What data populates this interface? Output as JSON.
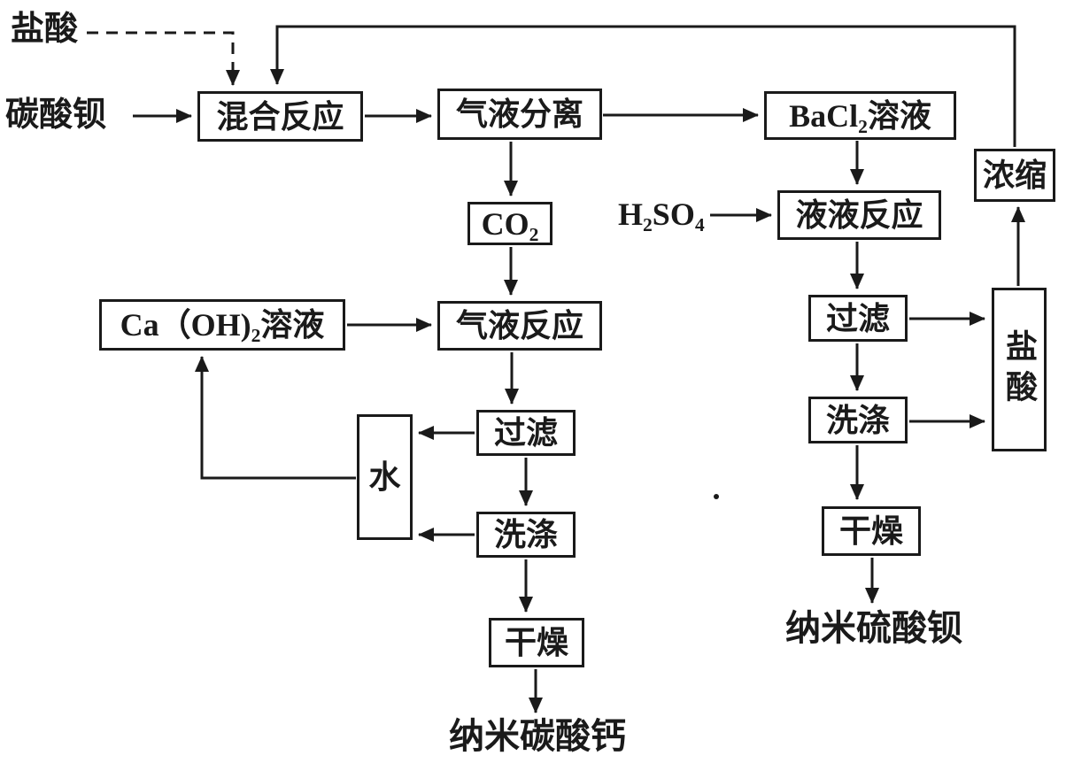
{
  "diagram": {
    "colors": {
      "stroke": "#1a1a1a",
      "background": "#ffffff"
    },
    "labels": {
      "hcl_input": "盐酸",
      "barium_carbonate": "碳酸钡",
      "h2so4": "H₂SO₄",
      "product_nano_caco3": "纳米碳酸钙",
      "product_nano_baso4": "纳米硫酸钡"
    },
    "nodes": {
      "mixing_reaction": "混合反应",
      "gas_liquid_separation": "气液分离",
      "co2": "CO₂",
      "gas_liquid_reaction": "气液反应",
      "caoh2_solution": "Ca（OH)₂溶液",
      "filter_left": "过滤",
      "water": "水",
      "wash_left": "洗涤",
      "dry_left": "干燥",
      "bacl2_solution": "BaCl₂溶液",
      "liquid_liquid_reaction": "液液反应",
      "filter_right": "过滤",
      "hcl_recycle": "盐酸",
      "wash_right": "洗涤",
      "dry_right": "干燥",
      "concentrate": "浓缩"
    }
  }
}
